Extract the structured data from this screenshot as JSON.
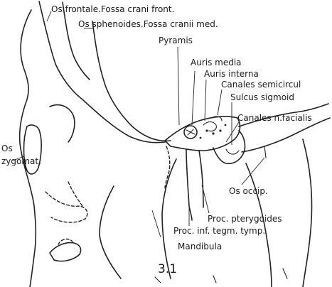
{
  "labels": {
    "os_frontale": "Os frontale.Fossa crani front.",
    "os_sphenoides": "Os sphenoides.Fossa cranii med.",
    "pyramis": "Pyramis",
    "auris_media": "Auris media",
    "auris_interna": "Auris interna",
    "canales_semicircul": "Canales semicircul",
    "sulcus_sigmoid": "Sulcus sigmoid",
    "canales_n_facialis": "Canales n.facialis",
    "os_zygomat_line1": "Os",
    "os_zygomat_line2": "zygomat.",
    "os_occip": "Os occip.",
    "proc_pterygoides": "Proc. pterygoides",
    "proc_inf_tegm_tymp": "Proc. inf. tegm. tymp.",
    "mandibula": "Mandibula",
    "figure_number": "3.1"
  }
}
